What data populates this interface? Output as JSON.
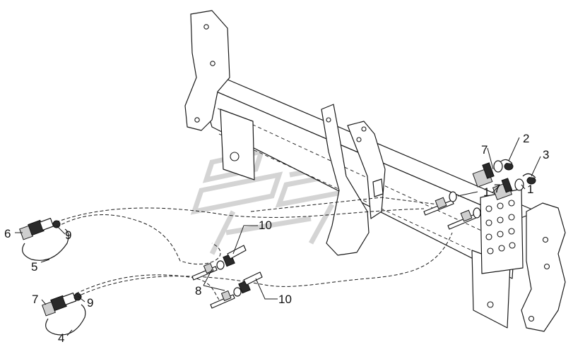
{
  "callouts": [
    {
      "id": "c1a",
      "text": "1"
    },
    {
      "id": "c1b",
      "text": "1"
    },
    {
      "id": "c2",
      "text": "2"
    },
    {
      "id": "c3",
      "text": "3"
    },
    {
      "id": "c4",
      "text": "4"
    },
    {
      "id": "c5",
      "text": "5"
    },
    {
      "id": "c6",
      "text": "6"
    },
    {
      "id": "c7a",
      "text": "7"
    },
    {
      "id": "c7b",
      "text": "7"
    },
    {
      "id": "c7c",
      "text": "7"
    },
    {
      "id": "c8",
      "text": "8"
    },
    {
      "id": "c9a",
      "text": "9"
    },
    {
      "id": "c9b",
      "text": "9"
    },
    {
      "id": "c10a",
      "text": "10"
    },
    {
      "id": "c10b",
      "text": "10"
    }
  ],
  "colors": {
    "line": "#1a1a1a",
    "watermark": "#d4d4d4",
    "background": "#ffffff"
  }
}
